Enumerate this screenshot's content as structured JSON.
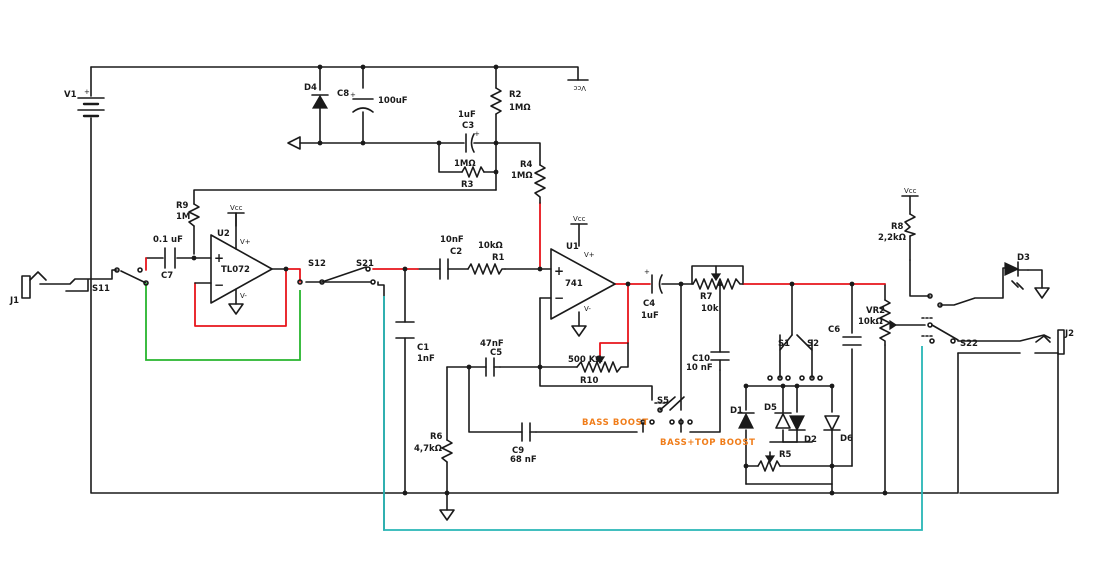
{
  "colors": {
    "wire": "#1a1a1a",
    "highlight_red": "#e8141b",
    "highlight_green": "#27b52e",
    "highlight_cyan": "#28b6b6",
    "mode_label": "#f07d1a"
  },
  "components": {
    "V1": {
      "ref": "V1"
    },
    "J1": {
      "ref": "J1"
    },
    "J2": {
      "ref": "J2"
    },
    "S11": {
      "ref": "S11"
    },
    "S12": {
      "ref": "S12"
    },
    "S21": {
      "ref": "S21"
    },
    "S22": {
      "ref": "S22"
    },
    "S1": {
      "ref": "S1"
    },
    "S2": {
      "ref": "S2"
    },
    "S5": {
      "ref": "S5"
    },
    "C7": {
      "ref": "C7",
      "value": "0.1 uF"
    },
    "R9": {
      "ref": "R9",
      "value": "1M"
    },
    "U2": {
      "ref": "U2",
      "part": "TL072"
    },
    "U1": {
      "ref": "U1",
      "part": "741"
    },
    "D4": {
      "ref": "D4"
    },
    "C8": {
      "ref": "C8",
      "value": "100uF"
    },
    "C3": {
      "ref": "C3",
      "value": "1uF"
    },
    "R3": {
      "ref": "R3",
      "value": "1MΩ"
    },
    "R2": {
      "ref": "R2",
      "value": "1MΩ"
    },
    "R4": {
      "ref": "R4",
      "value": "1MΩ"
    },
    "C2": {
      "ref": "C2",
      "value": "10nF"
    },
    "R1": {
      "ref": "R1",
      "value": "10kΩ"
    },
    "C1": {
      "ref": "C1",
      "value": "1nF"
    },
    "C5": {
      "ref": "C5",
      "value": "47nF"
    },
    "R10": {
      "ref": "R10",
      "value": "500 KΩ"
    },
    "R6": {
      "ref": "R6",
      "value": "4,7kΩ"
    },
    "C9": {
      "ref": "C9",
      "value": "68 nF"
    },
    "C4": {
      "ref": "C4",
      "value": "1uF"
    },
    "R7": {
      "ref": "R7",
      "value": "10k"
    },
    "C10": {
      "ref": "C10",
      "value": "10 nF"
    },
    "C6": {
      "ref": "C6"
    },
    "VR2": {
      "ref": "VR2",
      "value": "10kΩ"
    },
    "R8": {
      "ref": "R8",
      "value": "2,2kΩ"
    },
    "D3": {
      "ref": "D3"
    },
    "D1": {
      "ref": "D1"
    },
    "D2": {
      "ref": "D2"
    },
    "D5": {
      "ref": "D5"
    },
    "D6": {
      "ref": "D6"
    },
    "R5": {
      "ref": "R5"
    }
  },
  "pins": {
    "vplus": "V+",
    "vminus": "V-",
    "plus": "+",
    "minus": "−"
  },
  "supply": {
    "vcc": "Vcc",
    "vcc_rotated": "Vcc"
  },
  "modes": {
    "bass_boost": "BASS BOOST",
    "bass_top_boost": "BASS+TOP BOOST"
  }
}
